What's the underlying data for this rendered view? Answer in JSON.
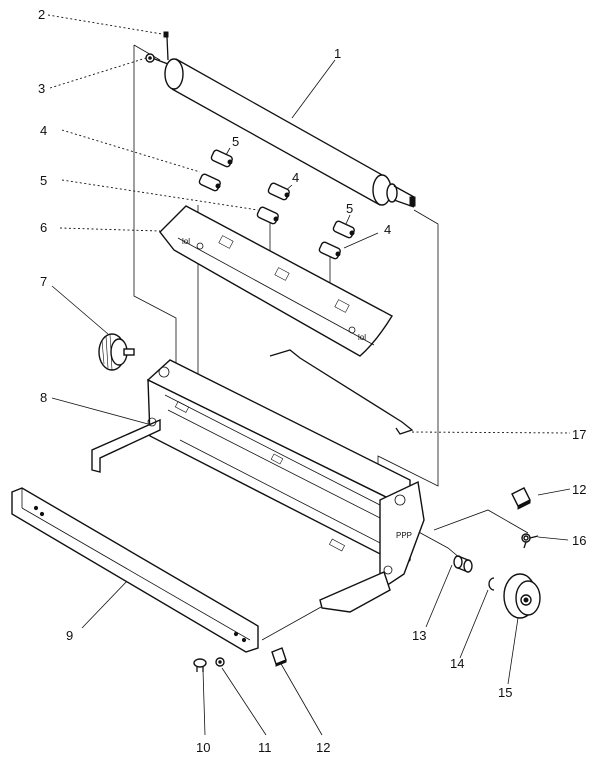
{
  "callouts": [
    {
      "id": "c2",
      "text": "2"
    },
    {
      "id": "c3",
      "text": "3"
    },
    {
      "id": "c1",
      "text": "1"
    },
    {
      "id": "c4a",
      "text": "4"
    },
    {
      "id": "c5a",
      "text": "5"
    },
    {
      "id": "c4b",
      "text": "4"
    },
    {
      "id": "c5b",
      "text": "5"
    },
    {
      "id": "c5c",
      "text": "5"
    },
    {
      "id": "c4c",
      "text": "4"
    },
    {
      "id": "c6",
      "text": "6"
    },
    {
      "id": "c7",
      "text": "7"
    },
    {
      "id": "c8",
      "text": "8"
    },
    {
      "id": "c17",
      "text": "17"
    },
    {
      "id": "c12a",
      "text": "12"
    },
    {
      "id": "c16",
      "text": "16"
    },
    {
      "id": "c9",
      "text": "9"
    },
    {
      "id": "c13",
      "text": "13"
    },
    {
      "id": "c14",
      "text": "14"
    },
    {
      "id": "c15",
      "text": "15"
    },
    {
      "id": "c10",
      "text": "10"
    },
    {
      "id": "c11",
      "text": "11"
    },
    {
      "id": "c12b",
      "text": "12"
    }
  ]
}
